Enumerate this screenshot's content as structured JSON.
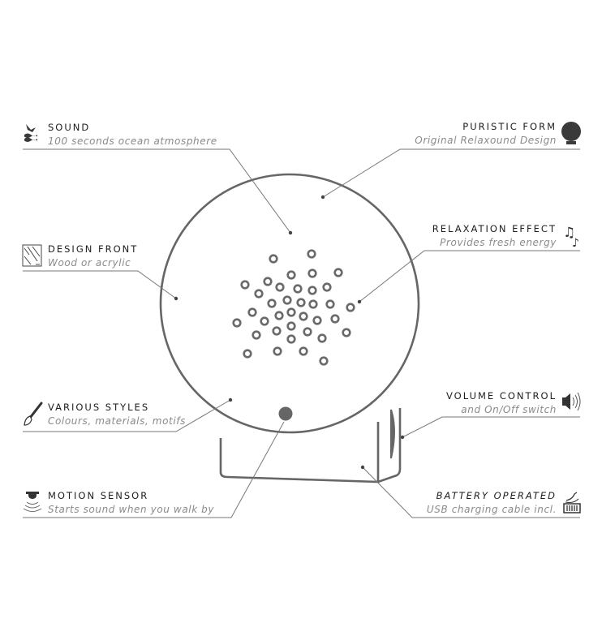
{
  "features": {
    "sound": {
      "title": "SOUND",
      "subtitle": "100 seconds ocean atmosphere",
      "icon": "ocean-wave-bird-icon"
    },
    "puristic_form": {
      "title": "PURISTIC FORM",
      "subtitle": "Original Relaxound Design",
      "icon": "round-device-icon"
    },
    "design_front": {
      "title": "DESIGN FRONT",
      "subtitle": "Wood or acrylic",
      "icon": "hatched-panel-icon"
    },
    "relaxation_effect": {
      "title": "RELAXATION EFFECT",
      "subtitle": "Provides fresh energy",
      "icon": "music-notes-icon"
    },
    "various_styles": {
      "title": "VARIOUS STYLES",
      "subtitle": "Colours, materials, motifs",
      "icon": "paintbrush-icon"
    },
    "volume_control": {
      "title": "VOLUME CONTROL",
      "subtitle": "and On/Off switch",
      "icon": "speaker-icon"
    },
    "motion_sensor": {
      "title": "MOTION SENSOR",
      "subtitle": "Starts sound when you walk by",
      "icon": "motion-sensor-icon"
    },
    "battery_operated": {
      "title": "BATTERY OPERATED",
      "subtitle": "USB charging cable incl.",
      "icon": "battery-cable-icon"
    }
  },
  "colors": {
    "line": "#777777",
    "device": "#666666",
    "title": "#1e1e1e",
    "subtitle": "#8a8a8a"
  }
}
